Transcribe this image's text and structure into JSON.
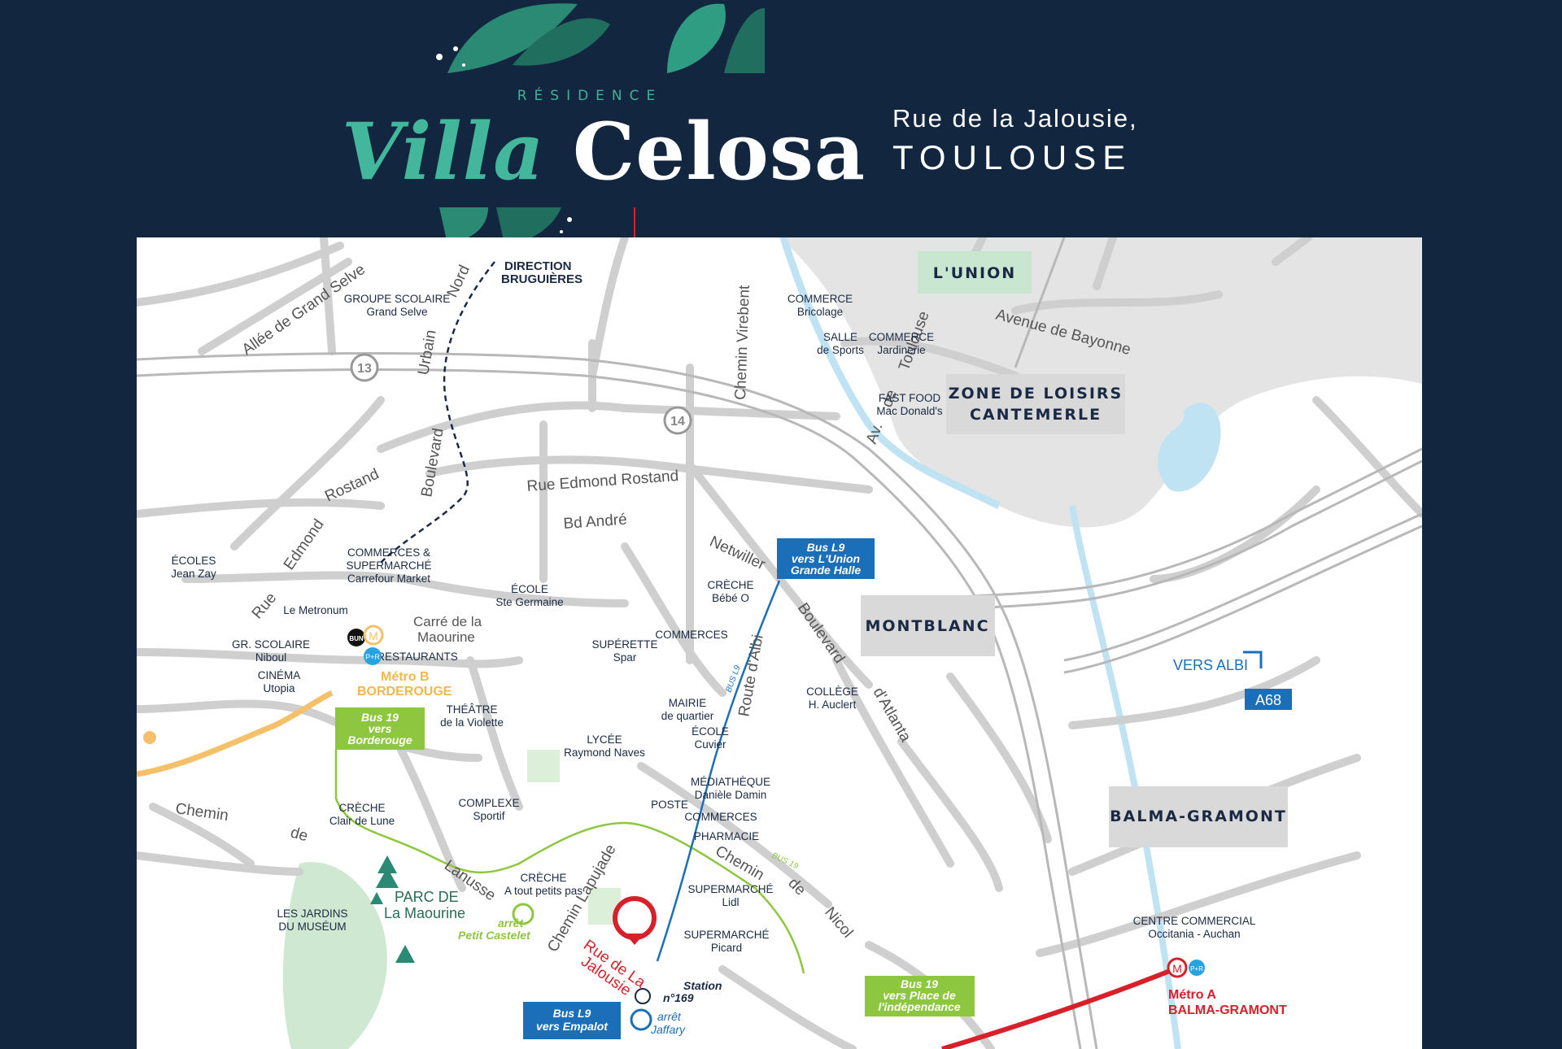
{
  "brand": {
    "residence": "RÉSIDENCE",
    "name_part1": "Villa",
    "name_part2": "Celosa",
    "address_line1": "Rue de la Jalousie,",
    "address_line2": "TOULOUSE"
  },
  "colors": {
    "background": "#12263f",
    "accent_green": "#43b79b",
    "metro_b": "#f5c06a",
    "metro_a": "#d7202a",
    "bus_l9": "#1b6fb8",
    "bus_19": "#8dc63f",
    "zone_gray": "#d9d9d9",
    "water": "#bfe3f3"
  },
  "map": {
    "zones": {
      "lunion": "L'UNION",
      "loisirs_1": "ZONE DE LOISIRS",
      "loisirs_2": "CANTEMERLE",
      "montblanc": "MONTBLANC",
      "balma": "BALMA-GRAMONT"
    },
    "roads": {
      "allee": "Allée de Grand Selve",
      "nord": "Nord",
      "urbain": "Urbain",
      "boulevard_left": "Boulevard",
      "rostand_left": "Rostand",
      "edmond_left": "Edmond",
      "rue_left": "Rue",
      "rue_edmond_rostand": "Rue   Edmond   Rostand",
      "bd_andre": "Bd          André",
      "netwiller": "Netwiller",
      "chemin_virebent": "Chemin Virebent",
      "toulouse": "Toulouse",
      "de": "de",
      "av": "Av.",
      "avenue_bayonne": "Avenue    de    Bayonne",
      "route_albi": "Route d'Albi",
      "boulevard_right": "Boulevard",
      "atlanta": "d'Atlanta",
      "chemin_left": "Chemin",
      "de_left": "de",
      "lanusse": "Lanusse",
      "chemin_lapujade": "Chemin Lapujade",
      "chemin_nicol": "Chemin",
      "de_nicol": "de",
      "nicol": "Nicol",
      "rue_jalousie_1": "Rue de La",
      "rue_jalousie_2": "Jalousie",
      "direction_1": "DIRECTION",
      "direction_2": "BRUGUIÈRES",
      "vers_albi": "VERS ALBI",
      "a68": "A68",
      "exit13": "13",
      "exit14": "14",
      "bus_l9_line": "BUS L9",
      "bus_19_line": "BUS 19"
    },
    "pois": [
      {
        "l1": "GROUPE SCOLAIRE",
        "l2": "Grand Selve"
      },
      {
        "l1": "COMMERCE",
        "l2": "Bricolage"
      },
      {
        "l1": "SALLE",
        "l2": "de Sports"
      },
      {
        "l1": "COMMERCE",
        "l2": "Jardinerie"
      },
      {
        "l1": "FAST FOOD",
        "l2": "Mac Donald's"
      },
      {
        "l1": "ÉCOLES",
        "l2": "Jean Zay"
      },
      {
        "l1": "COMMERCES &",
        "l2": "SUPERMARCHÉ",
        "l3": "Carrefour Market"
      },
      {
        "l1": "ÉCOLE",
        "l2": "Ste Germaine"
      },
      {
        "l1": "Le Metronum"
      },
      {
        "l1": "GR. SCOLAIRE",
        "l2": "Niboul"
      },
      {
        "l1": "CINÉMA",
        "l2": "Utopia"
      },
      {
        "l1": "RESTAURANTS"
      },
      {
        "l1": "THÉÂTRE",
        "l2": "de la Violette"
      },
      {
        "l1": "CRÈCHE",
        "l2": "Bébé O"
      },
      {
        "l1": "SUPÉRETTE",
        "l2": "Spar"
      },
      {
        "l1": "COMMERCES"
      },
      {
        "l1": "COLLÈGE",
        "l2": "H. Auclert"
      },
      {
        "l1": "MAIRIE",
        "l2": "de quartier"
      },
      {
        "l1": "ÉCOLE",
        "l2": "Cuvier"
      },
      {
        "l1": "LYCÉE",
        "l2": "Raymond Naves"
      },
      {
        "l1": "MÉDIATHÈQUE",
        "l2": "Danièle Damin"
      },
      {
        "l1": "POSTE"
      },
      {
        "l1": "COMMERCES"
      },
      {
        "l1": "PHARMACIE"
      },
      {
        "l1": "COMPLEXE",
        "l2": "Sportif"
      },
      {
        "l1": "CRÈCHE",
        "l2": "Clair de Lune"
      },
      {
        "l1": "CRÈCHE",
        "l2": "A tout petits pas"
      },
      {
        "l1": "SUPERMARCHÉ",
        "l2": "Lidl"
      },
      {
        "l1": "SUPERMARCHÉ",
        "l2": "Picard"
      },
      {
        "l1": "LES JARDINS",
        "l2": "DU MUSÉUM"
      },
      {
        "l1": "CENTRE COMMERCIAL",
        "l2": "Occitania - Auchan"
      }
    ],
    "places": {
      "carre_1": "Carré de la",
      "carre_2": "Maourine",
      "parc_1": "PARC DE",
      "parc_2": "La Maourine"
    },
    "transit": {
      "metro_b_1": "Métro B",
      "metro_b_2": "BORDEROUGE",
      "metro_a_1": "Métro A",
      "metro_a_2": "BALMA-GRAMONT",
      "bus19_box_1": "Bus 19",
      "bus19_box_2": "vers",
      "bus19_box_3": "Borderouge",
      "l9_north_1": "Bus L9",
      "l9_north_2": "vers L'Union",
      "l9_north_3": "Grande Halle",
      "l9_south_1": "Bus L9",
      "l9_south_2": "vers Empalot",
      "bus19_se_1": "Bus 19",
      "bus19_se_2": "vers Place de",
      "bus19_se_3": "l'indépendance",
      "arret_pc_1": "arrêt",
      "arret_pc_2": "Petit Castelet",
      "arret_j_1": "arrêt",
      "arret_j_2": "Jaffary",
      "station_1": "Station",
      "station_2": "n°169",
      "metro_letter": "M",
      "pr": "P+R",
      "bun": "BUN"
    }
  }
}
